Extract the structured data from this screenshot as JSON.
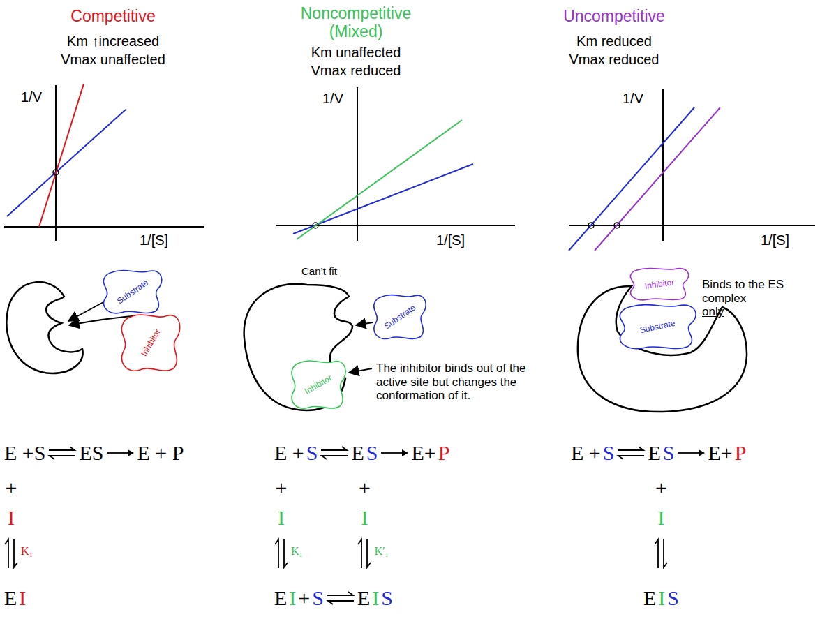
{
  "diagram": {
    "nodes": [
      {
        "text": [
          "Substrate"
        ]
      },
      {
        "text": [
          "Inhibitor"
        ]
      },
      {
        "text": [
          "Substrate"
        ]
      },
      {
        "text": [
          "Inhibitor"
        ]
      },
      {
        "text": [
          "Inhibitor"
        ]
      },
      {
        "text": [
          "Substrate"
        ]
      }
    ],
    "labels": [
      "Competitive",
      "Km ↑increased",
      "Vmax unaffected",
      "1/V",
      "1/[S]",
      "Noncompetitive (Mixed)",
      "Km unaffected",
      "Vmax reduced",
      "1/V",
      "1/[S]",
      "Uncompetitive",
      "Km reduced",
      "Vmax reduced",
      "1/V",
      "1/[S]",
      "Can’t fit",
      "The inhibitor binds out of the active site but changes the conformation of it.",
      "Binds to the ES complex",
      "only",
      "E +S",
      "ES",
      "E + P",
      "+",
      "I",
      "K₁",
      "E",
      "I",
      "E +",
      "S",
      "E",
      "S",
      "E+",
      "P",
      "+",
      "+",
      "I",
      "I",
      "K₁",
      "K′₁",
      "E",
      "I",
      "+",
      "S",
      "E",
      "I",
      "S",
      "E +",
      "S",
      "E",
      "S",
      "E+",
      "P",
      "+",
      "I",
      "E",
      "I",
      "S"
    ]
  }
}
